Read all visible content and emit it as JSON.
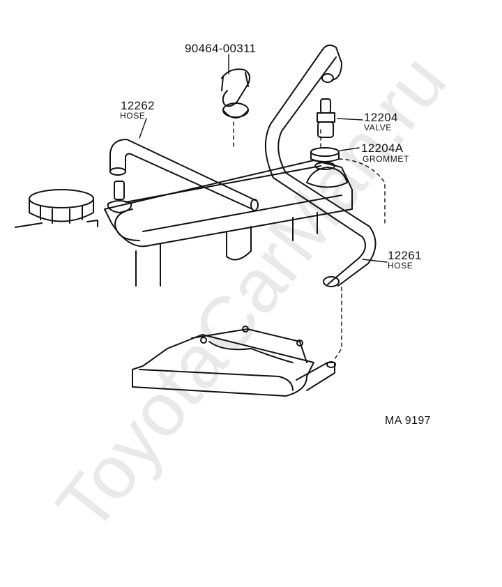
{
  "watermark": "ToyotaCarMan.ru",
  "figure_id": "MA 9197",
  "parts": {
    "clamp": {
      "number": "90464-00311"
    },
    "hose_12262": {
      "number": "12262",
      "name": "HOSE"
    },
    "valve": {
      "number": "12204",
      "name": "VALVE"
    },
    "grommet": {
      "number": "12204A",
      "name": "GROMMET"
    },
    "hose_12261": {
      "number": "12261",
      "name": "HOSE"
    }
  },
  "colors": {
    "line": "#111111",
    "watermark": "#e9e9e9",
    "background": "#ffffff"
  }
}
